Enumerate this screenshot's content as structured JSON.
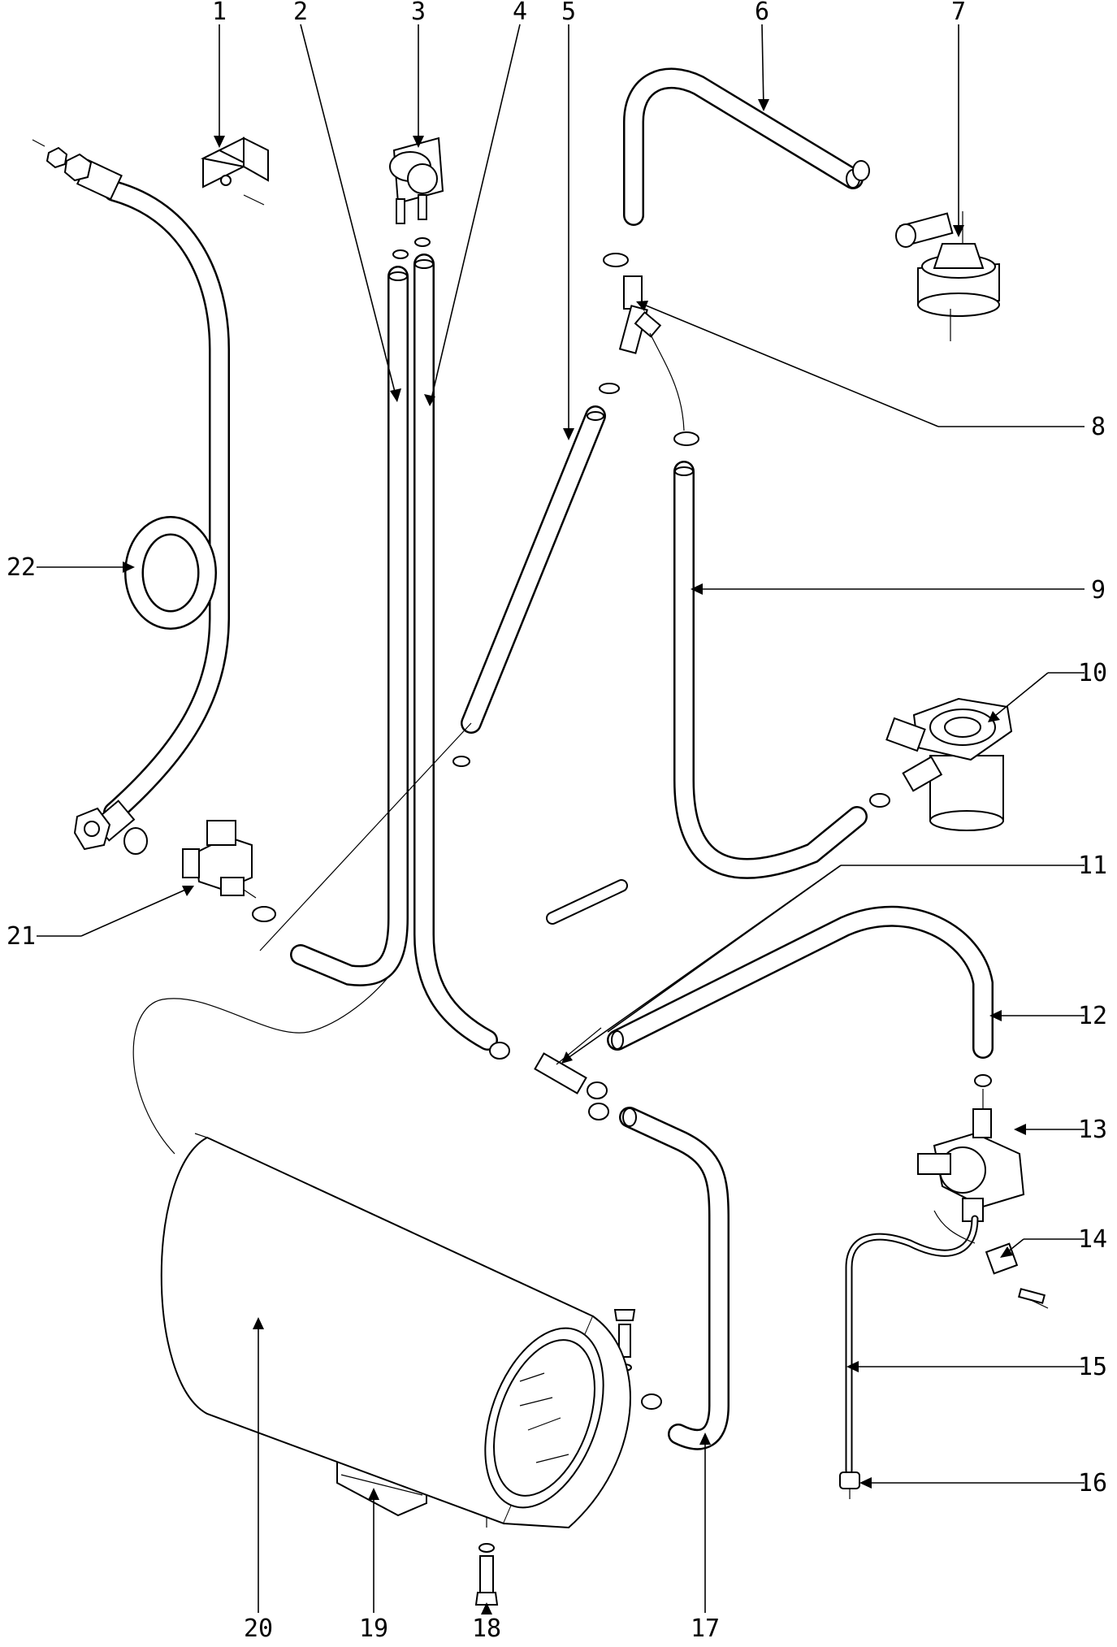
{
  "callouts": [
    "1",
    "2",
    "3",
    "4",
    "5",
    "6",
    "7",
    "8",
    "9",
    "10",
    "11",
    "12",
    "13",
    "14",
    "15",
    "16",
    "17",
    "18",
    "19",
    "20",
    "21",
    "22"
  ],
  "colors": {
    "line": "#000000",
    "background": "#ffffff"
  }
}
